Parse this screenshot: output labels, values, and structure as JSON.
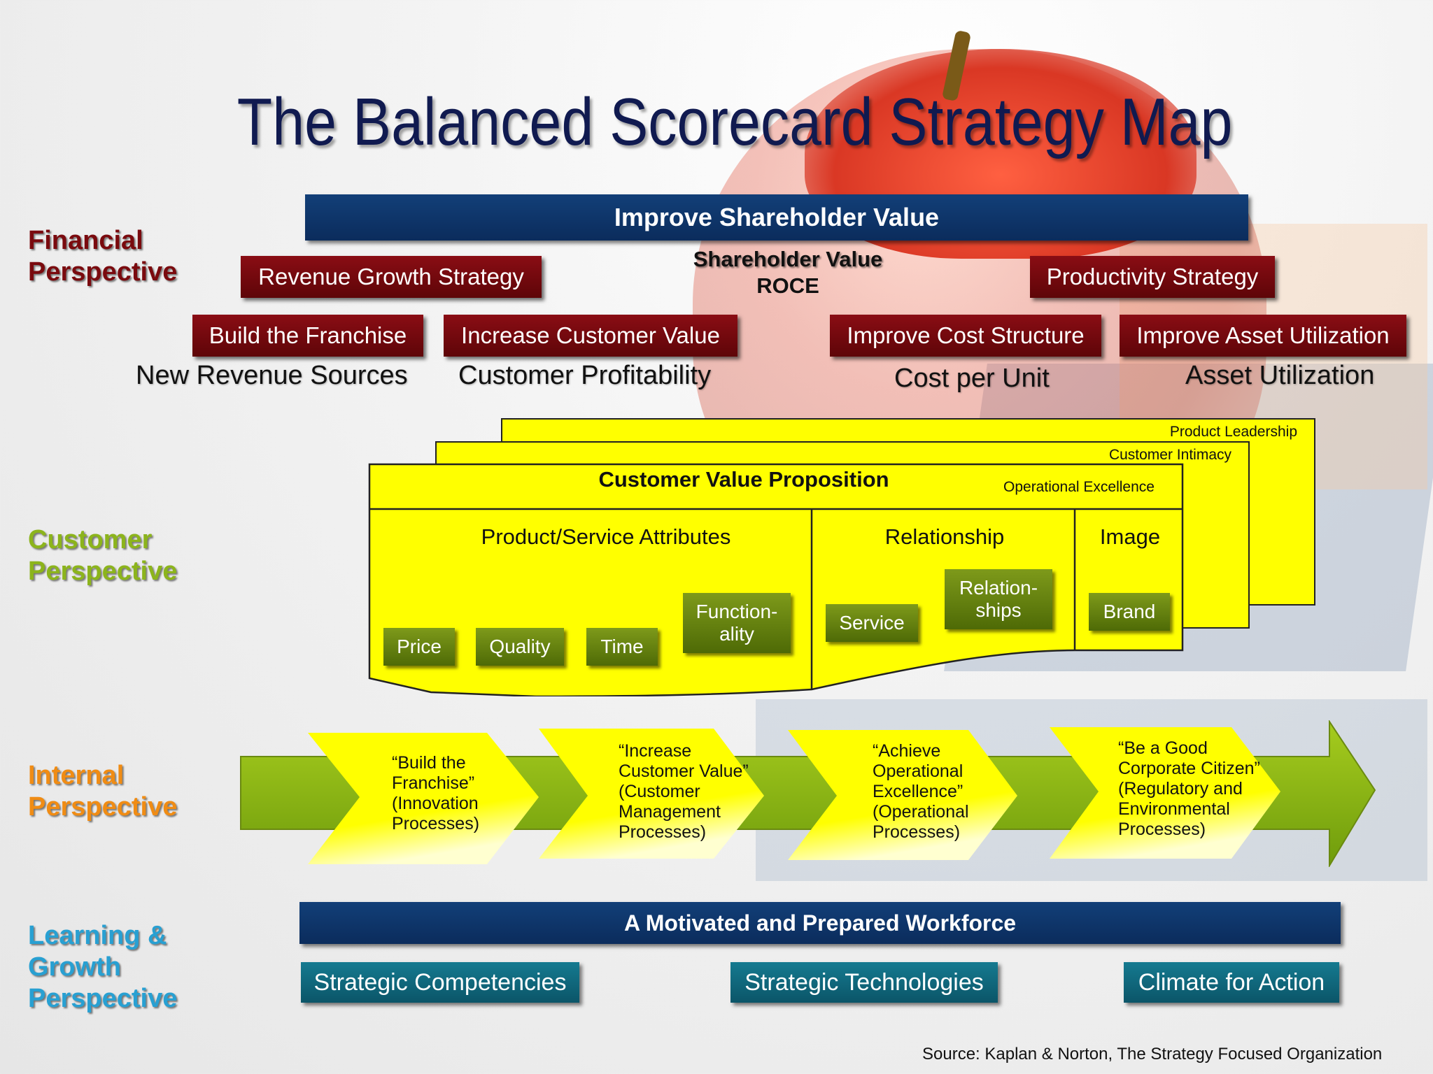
{
  "title": "The Balanced Scorecard Strategy Map",
  "perspectives": {
    "financial": [
      "Financial",
      "Perspective"
    ],
    "customer": [
      "Customer",
      "Perspective"
    ],
    "internal": [
      "Internal",
      "Perspective"
    ],
    "learning": [
      "Learning &",
      "Growth",
      "Perspective"
    ]
  },
  "colors": {
    "financial": "#7a0a0e",
    "customer": "#8cb41c",
    "internal": "#f08c14",
    "learning": "#28a0d2",
    "bar_blue": "#0b2c5c",
    "box_red": "#6a0a0e",
    "yellow": "#ffff00",
    "teal": "#0f6478"
  },
  "financial": {
    "top_bar": "Improve Shareholder Value",
    "center_measure": [
      "Shareholder Value",
      "ROCE"
    ],
    "revenue_strategy": "Revenue Growth Strategy",
    "productivity_strategy": "Productivity Strategy",
    "objectives": [
      {
        "label": "Build the Franchise",
        "measure": "New Revenue Sources"
      },
      {
        "label": "Increase Customer Value",
        "measure": "Customer Profitability"
      },
      {
        "label": "Improve Cost Structure",
        "measure": "Cost per Unit"
      },
      {
        "label": "Improve Asset Utilization",
        "measure": "Asset Utilization"
      }
    ]
  },
  "customer": {
    "layers": [
      "Product Leadership",
      "Customer Intimacy",
      "Operational Excellence"
    ],
    "title": "Customer Value Proposition",
    "sections": [
      "Product/Service Attributes",
      "Relationship",
      "Image"
    ],
    "attributes": [
      "Price",
      "Quality",
      "Time",
      "Function-\nality"
    ],
    "relationship_items": [
      "Service",
      "Relation-\nships"
    ],
    "image_items": [
      "Brand"
    ]
  },
  "internal": {
    "processes": [
      "“Build the\nFranchise”\n(Innovation\nProcesses)",
      "“Increase\nCustomer Value”\n(Customer\nManagement\nProcesses)",
      "“Achieve\nOperational\nExcellence”\n(Operational\nProcesses)",
      "“Be a Good\nCorporate Citizen”\n(Regulatory and\nEnvironmental\nProcesses)"
    ]
  },
  "learning": {
    "top_bar": "A Motivated and Prepared Workforce",
    "items": [
      "Strategic Competencies",
      "Strategic Technologies",
      "Climate for Action"
    ]
  },
  "source": "Source:  Kaplan & Norton, The Strategy Focused Organization"
}
